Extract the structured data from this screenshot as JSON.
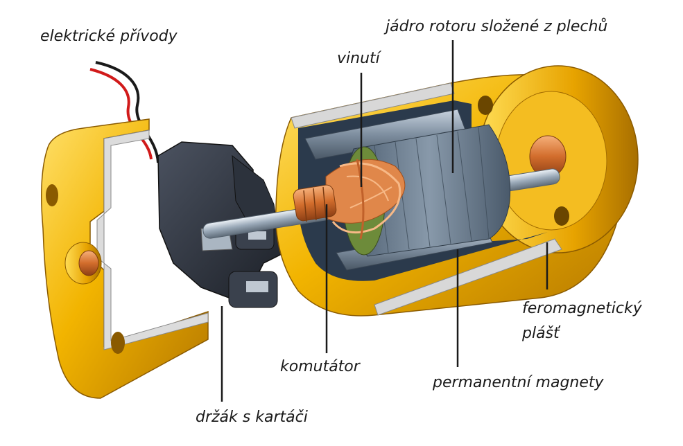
{
  "labels": {
    "leads": "elektrické přívody",
    "core": "jádro rotoru složené z plechů",
    "winding": "vinutí",
    "shell": "feromagnetický\nplášť",
    "commutator": "komutátor",
    "magnets": "permanentní magnety",
    "brush_holder": "držák s kartáči"
  },
  "colors": {
    "gold": "#e8a800",
    "gold_light": "#ffd24a",
    "gold_dark": "#b77b00",
    "steel": "#5b6b7d",
    "steel_light": "#aebccb",
    "copper": "#d9773a",
    "black_part": "#2b3038",
    "green_core": "#6f8a3a",
    "line": "#1a1a1a"
  }
}
